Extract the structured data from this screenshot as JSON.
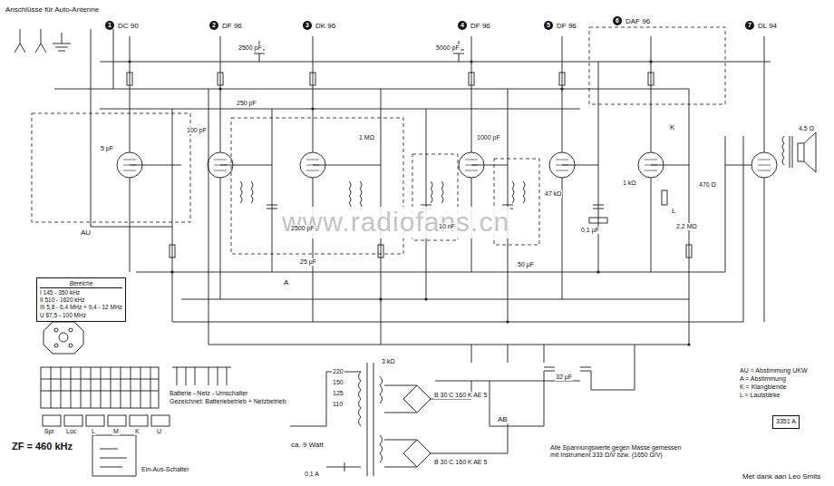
{
  "diagram": {
    "nodes": [
      {
        "text": [
          "Bereiche",
          "I  145 - 350 kHz",
          "II  510 - 1620 kHz",
          "III  5,8 - 6,4 MHz + 9,4 - 12 MHz",
          "U  87,5 - 100 MHz"
        ]
      },
      {
        "text": [
          "3351 A"
        ]
      }
    ],
    "labels": [
      "Anschlüsse für Auto-Antenne",
      "1",
      "DC 90",
      "2",
      "DF 96",
      "3",
      "DK 96",
      "4",
      "DF 96",
      "5",
      "DF 96",
      "6",
      "DAF 96",
      "7",
      "DL 94",
      "2500 pF",
      "5000 pF",
      "AU",
      "A",
      "K",
      "L",
      "ZF = 460 kHz",
      "ca. 9 Watt",
      "Batterie - Netz - Umschalter",
      "Gezeichnet: Batteriebetrieb + Netzbetrieb",
      "Ein-Aus-Schalter",
      "B 30 C 160 K AE 5",
      "B 30 C 160 K AE 5",
      "AB",
      "Alle Spannungswerte gegen Masse gemessen mit Instrument 333 Ω/V bzw. (1650 Ω/V)",
      "AU = Abstimmung UKW",
      "A = Abstimmung",
      "K = Klangblende",
      "L = Lautstärke",
      "Met dank aan Leo Smits",
      "www.radiofans.cn",
      "220",
      "150",
      "125",
      "110",
      "0,1 A",
      "4,5 Ω",
      "Spr",
      "Loc",
      "L",
      "M",
      "K",
      "U",
      "100 pF",
      "1 MΩ",
      "2500 pF",
      "10 nF",
      "47 kΩ",
      "0,1 μF",
      "25 μF",
      "50 μF",
      "32 μF",
      "1 kΩ",
      "2,2 MΩ",
      "250 pF",
      "470 Ω",
      "1000 pF",
      "5 pF",
      "3 kΩ"
    ]
  }
}
